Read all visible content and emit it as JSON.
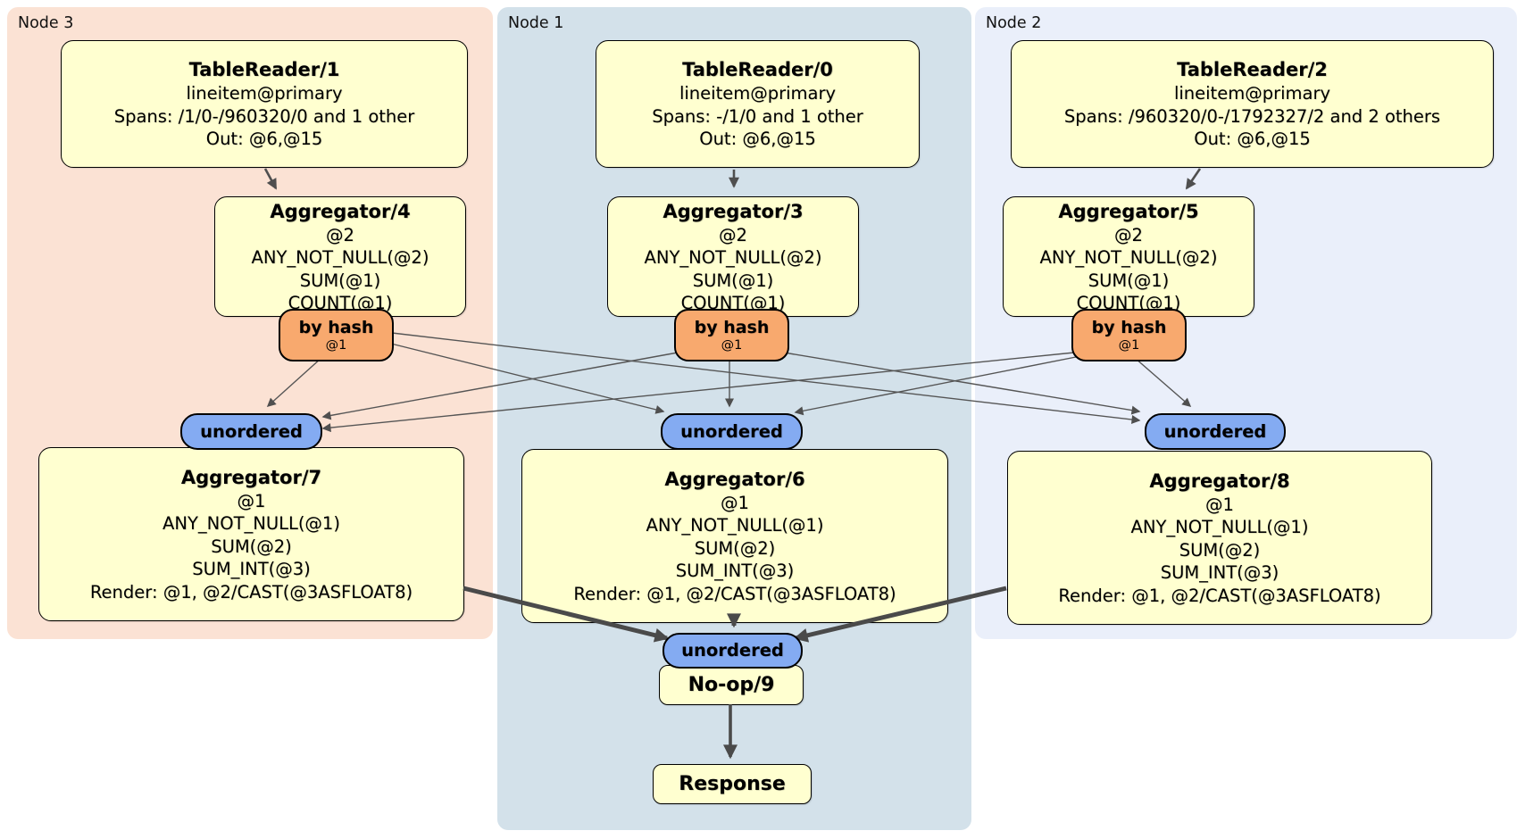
{
  "diagram": {
    "regions": [
      {
        "label": "Node 3"
      },
      {
        "label": "Node 1"
      },
      {
        "label": "Node 2"
      }
    ],
    "router": {
      "label": "by hash",
      "detail": "@1"
    },
    "sync_label": "unordered",
    "processors": {
      "tr1": {
        "title": "TableReader/1",
        "lines": [
          "lineitem@primary",
          "Spans: /1/0-/960320/0 and 1 other",
          "Out: @6,@15"
        ]
      },
      "tr0": {
        "title": "TableReader/0",
        "lines": [
          "lineitem@primary",
          "Spans: -/1/0 and 1 other",
          "Out: @6,@15"
        ]
      },
      "tr2": {
        "title": "TableReader/2",
        "lines": [
          "lineitem@primary",
          "Spans: /960320/0-/1792327/2 and 2 others",
          "Out: @6,@15"
        ]
      },
      "agg4": {
        "title": "Aggregator/4",
        "lines": [
          "@2",
          "ANY_NOT_NULL(@2)",
          "SUM(@1)",
          "COUNT(@1)"
        ]
      },
      "agg3": {
        "title": "Aggregator/3",
        "lines": [
          "@2",
          "ANY_NOT_NULL(@2)",
          "SUM(@1)",
          "COUNT(@1)"
        ]
      },
      "agg5": {
        "title": "Aggregator/5",
        "lines": [
          "@2",
          "ANY_NOT_NULL(@2)",
          "SUM(@1)",
          "COUNT(@1)"
        ]
      },
      "agg7": {
        "title": "Aggregator/7",
        "lines": [
          "@1",
          "ANY_NOT_NULL(@1)",
          "SUM(@2)",
          "SUM_INT(@3)",
          "Render: @1, @2/CAST(@3ASFLOAT8)"
        ]
      },
      "agg6": {
        "title": "Aggregator/6",
        "lines": [
          "@1",
          "ANY_NOT_NULL(@1)",
          "SUM(@2)",
          "SUM_INT(@3)",
          "Render: @1, @2/CAST(@3ASFLOAT8)"
        ]
      },
      "agg8": {
        "title": "Aggregator/8",
        "lines": [
          "@1",
          "ANY_NOT_NULL(@1)",
          "SUM(@2)",
          "SUM_INT(@3)",
          "Render: @1, @2/CAST(@3ASFLOAT8)"
        ]
      },
      "noop": {
        "title": "No-op/9"
      },
      "response": {
        "title": "Response"
      }
    },
    "colors": {
      "region_node3": "#fbe2d4",
      "region_node1": "#d3e1ea",
      "region_node2": "#eaeffa",
      "processor_fill": "#ffffd0",
      "router_fill": "#f8a96e",
      "sync_fill": "#84abf2",
      "edge": "#4f4f4f"
    }
  }
}
